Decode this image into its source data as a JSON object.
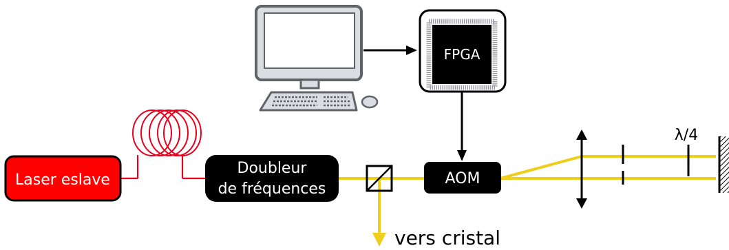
{
  "labels": {
    "laser": "Laser eslave",
    "doubler_line1": "Doubleur",
    "doubler_line2": "de fréquences",
    "aom": "AOM",
    "fpga": "FPGA",
    "output": "vers cristal",
    "waveplate": "λ/4"
  },
  "colors": {
    "laser_red": "#ff0000",
    "fiber_red": "#e8001c",
    "beam_yellow": "#eecd1b",
    "box_black": "#000000",
    "monitor_grey": "#dadde2",
    "outline_grey": "#5f6368",
    "chip_pins": "#9c9ca8"
  },
  "icons": [
    "computer-icon",
    "keyboard-icon",
    "mouse-icon",
    "fpga-chip-icon",
    "fiber-coil-icon",
    "beam-splitter-icon",
    "lens-icon",
    "mirror-icon"
  ]
}
